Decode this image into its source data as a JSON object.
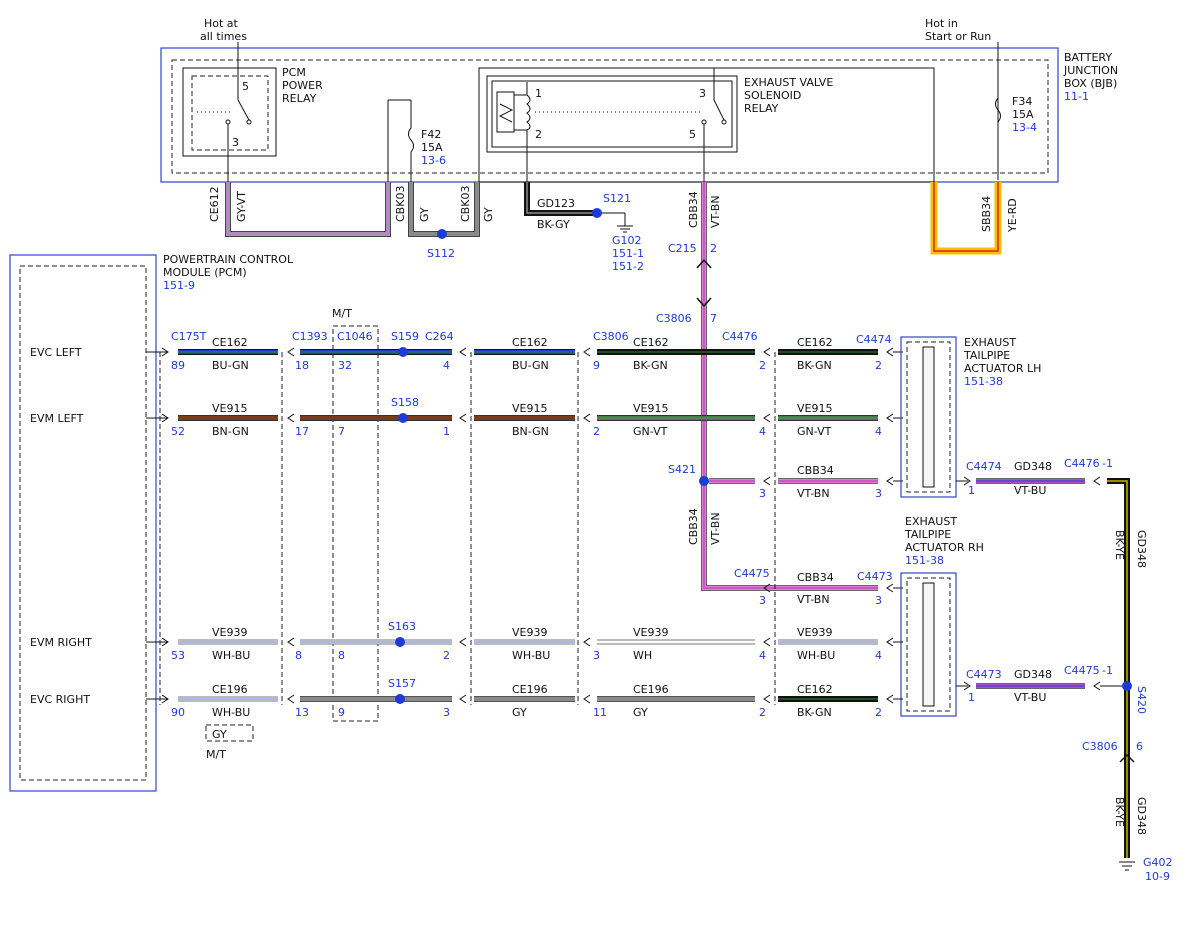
{
  "colors": {
    "accent_blue": "#1f3ad6",
    "wire_BU": "#1c3fcf",
    "wire_BN": "#7a3b1c",
    "wire_BK": "#111111",
    "wire_GN": "#2e8b2e",
    "wire_VT": "#b050c8",
    "wire_PK": "#e878d8",
    "wire_GY": "#8a8a8a",
    "wire_WH": "#ffffff",
    "wire_YE": "#f2c200",
    "wire_RD": "#e02020"
  },
  "labels": {
    "hot_at_all_times_1": "Hot at",
    "hot_at_all_times_2": "all times",
    "hot_in_start_1": "Hot in",
    "hot_in_start_2": "Start or Run",
    "bjb_1": "BATTERY",
    "bjb_2": "JUNCTION",
    "bjb_3": "BOX (BJB)",
    "bjb_ref": "11-1",
    "pcm_relay_1": "PCM",
    "pcm_relay_2": "POWER",
    "pcm_relay_3": "RELAY",
    "pcm_relay_pin5": "5",
    "pcm_relay_pin3": "3",
    "evs_relay_1": "EXHAUST VALVE",
    "evs_relay_2": "SOLENOID",
    "evs_relay_3": "RELAY",
    "evs_pin1": "1",
    "evs_pin2": "2",
    "evs_pin3": "3",
    "evs_pin5": "5",
    "f42_name": "F42",
    "f42_amp": "15A",
    "f42_ref": "13-6",
    "f34_name": "F34",
    "f34_amp": "15A",
    "f34_ref": "13-4",
    "ce612": "CE612",
    "gy_vt": "GY-VT",
    "cbk03_a": "CBK03",
    "gy_a": "GY",
    "cbk03_b": "CBK03",
    "gy_b": "GY",
    "s112": "S112",
    "gd123": "GD123",
    "bk_gy": "BK-GY",
    "s121": "S121",
    "g102": "G102",
    "g102_ref1": "151-1",
    "g102_ref2": "151-2",
    "cbb34_top": "CBB34",
    "vt_bn_top": "VT-BN",
    "c215": "C215",
    "c215_pin": "2",
    "sbb34": "SBB34",
    "ye_rd": "YE-RD",
    "pcm_1": "POWERTRAIN CONTROL",
    "pcm_2": "MODULE (PCM)",
    "pcm_ref": "151-9",
    "mt_top": "M/T",
    "c3806_top": "C3806",
    "c3806_top_pin": "7",
    "evc_left": "EVC LEFT",
    "evm_left": "EVM LEFT",
    "evm_right": "EVM RIGHT",
    "evc_right": "EVC RIGHT",
    "c175t": "C175T",
    "c1393": "C1393",
    "c1046": "C1046",
    "s159": "S159",
    "c264": "C264",
    "c3806": "C3806",
    "c4476": "C4476",
    "c4474": "C4474",
    "ce162": "CE162",
    "bu_gn": "BU-GN",
    "bk_gn": "BK-GN",
    "pin_89": "89",
    "pin_18": "18",
    "pin_32": "32",
    "pin_4": "4",
    "pin_9": "9",
    "pin_2": "2",
    "ve915": "VE915",
    "bn_gn": "BN-GN",
    "gn_vt": "GN-VT",
    "s158": "S158",
    "pin_52": "52",
    "pin_17": "17",
    "pin_7": "7",
    "pin_1": "1",
    "pin_3": "3",
    "pin_8": "8",
    "pin_53": "53",
    "pin_90": "90",
    "pin_13": "13",
    "pin_11": "11",
    "pin_6": "6",
    "pin_m1": "-1",
    "lh_1": "EXHAUST",
    "lh_2": "TAILPIPE",
    "lh_3": "ACTUATOR LH",
    "lh_ref": "151-38",
    "rh_1": "EXHAUST",
    "rh_2": "TAILPIPE",
    "rh_3": "ACTUATOR RH",
    "rh_ref": "151-38",
    "s421": "S421",
    "cbb34": "CBB34",
    "vt_bn": "VT-BN",
    "c4475": "C4475",
    "c4473": "C4473",
    "gd348": "GD348",
    "vt_bu": "VT-BU",
    "bk_ye": "BK-YE",
    "s420": "S420",
    "ve939": "VE939",
    "wh_bu": "WH-BU",
    "wh": "WH",
    "s163": "S163",
    "ce196": "CE196",
    "gy": "GY",
    "s157": "S157",
    "mt_bottom": "M/T",
    "gy_box": "GY",
    "g402": "G402",
    "g402_ref": "10-9"
  }
}
